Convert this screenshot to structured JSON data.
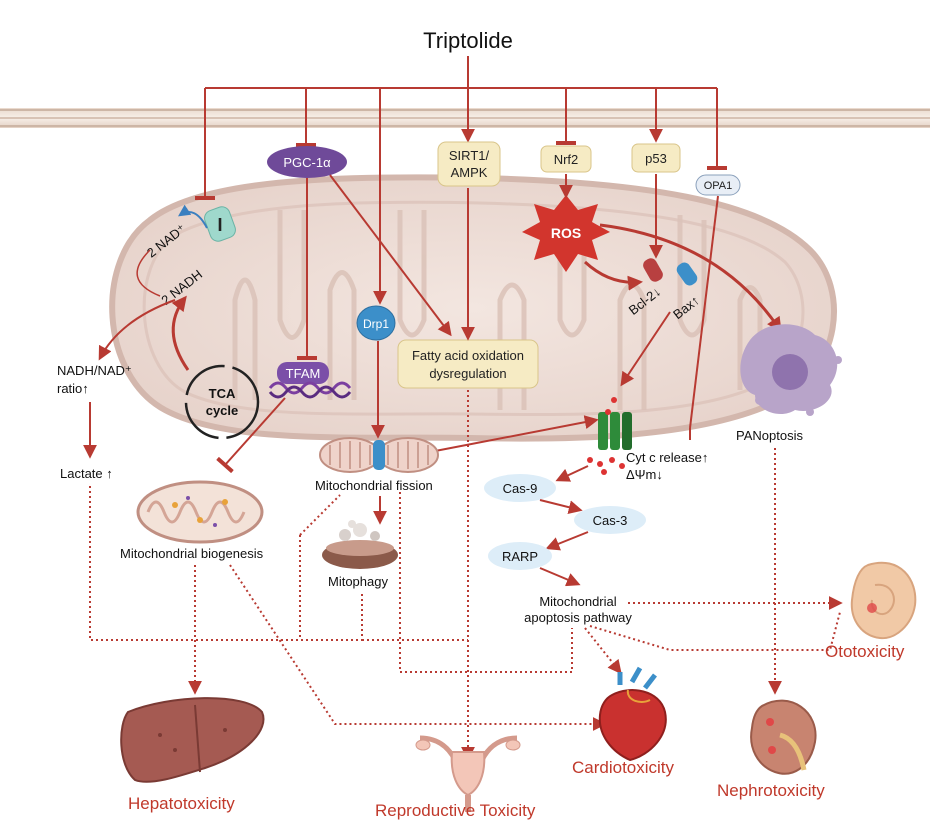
{
  "title": "Triptolide",
  "nodes": {
    "pgc1a": "PGC-1α",
    "sirt1_ampk_1": "SIRT1/",
    "sirt1_ampk_2": "AMPK",
    "nrf2": "Nrf2",
    "p53": "p53",
    "opa1": "OPA1",
    "ros": "ROS",
    "tfam": "TFAM",
    "drp1": "Drp1",
    "fao_1": "Fatty acid oxidation",
    "fao_2": "dysregulation",
    "complex_i": "I",
    "nad": "2 NAD⁺",
    "nadh": "2 NADH",
    "nadh_ratio_1": "NADH/NAD⁺",
    "nadh_ratio_2": "ratio↑",
    "tca_1": "TCA",
    "tca_2": "cycle",
    "lactate": "Lactate ↑",
    "bcl2": "Bcl-2↓",
    "bax": "Bax↑",
    "panoptosis": "PANoptosis",
    "cytc_1": "Cyt c release↑",
    "cytc_2": "ΔΨm↓",
    "cas9": "Cas-9",
    "cas3": "Cas-3",
    "rarp": "RARP",
    "apoptosis_1": "Mitochondrial",
    "apoptosis_2": "apoptosis pathway",
    "fission": "Mitochondrial fission",
    "biogenesis": "Mitochondrial biogenesis",
    "mitophagy": "Mitophagy"
  },
  "outcomes": {
    "hepatotoxicity": "Hepatotoxicity",
    "reproductive": "Reproductive Toxicity",
    "cardiotoxicity": "Cardiotoxicity",
    "nephrotoxicity": "Nephrotoxicity",
    "ototoxicity": "Ototoxicity"
  },
  "colors": {
    "arrow": "#b83a32",
    "outcome_text": "#c0392b",
    "membrane": "#d9c5b8",
    "mito_fill": "#ecdcd6",
    "purple": "#7b4fa8",
    "yellow_box": "#f6ebc4",
    "blue_node": "#3c8fc9"
  }
}
